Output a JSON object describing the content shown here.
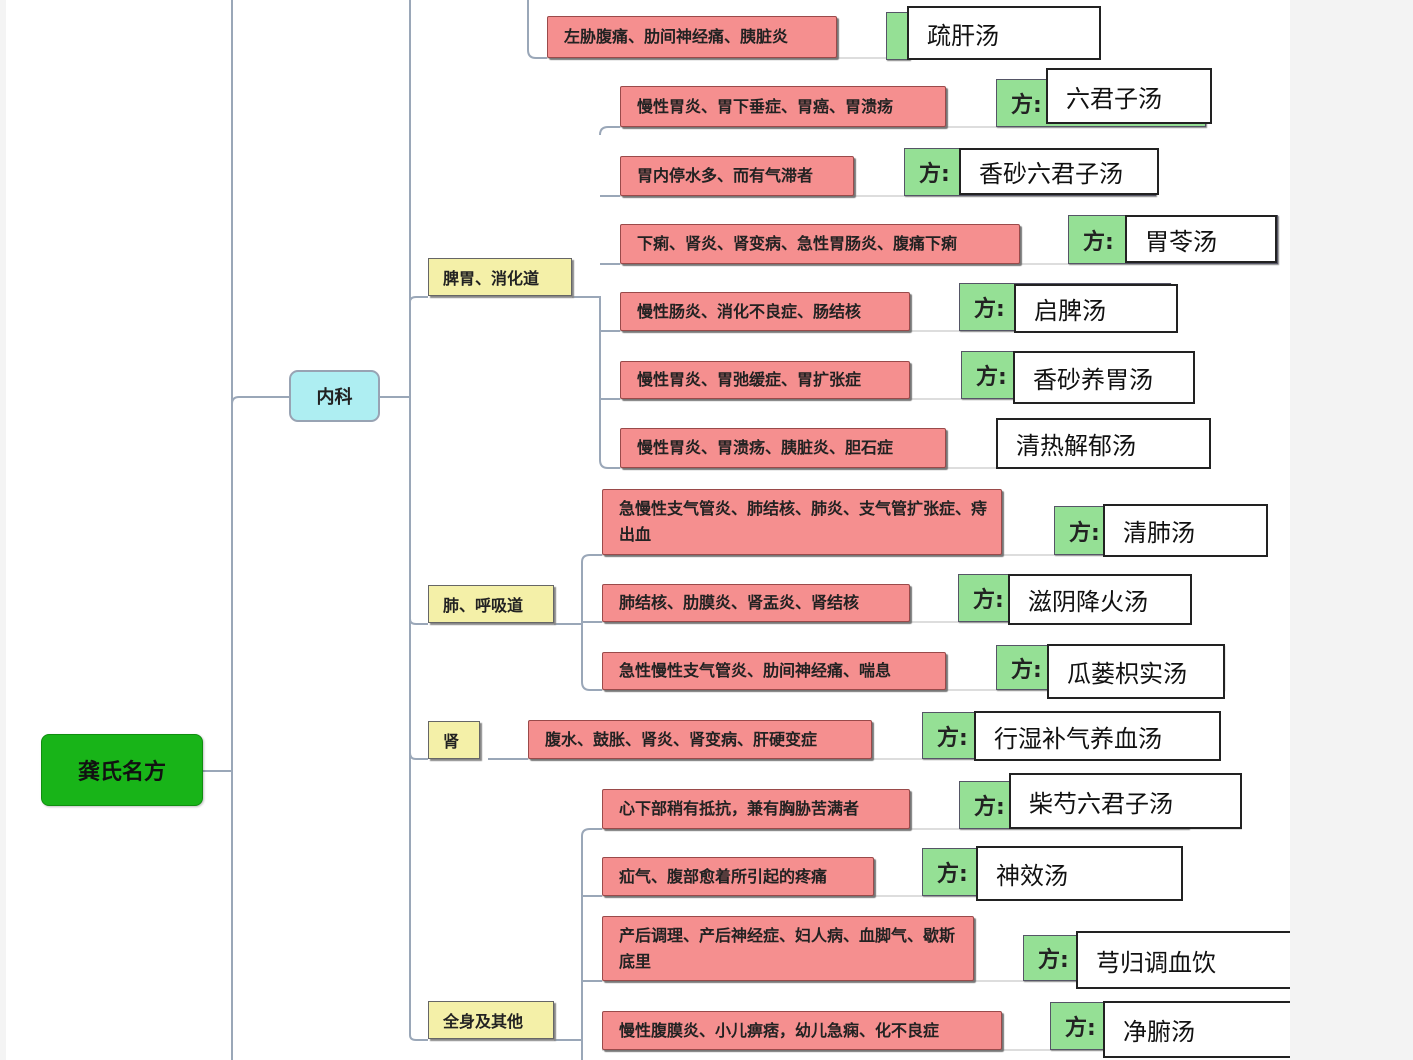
{
  "root": "龚氏名方",
  "category": "内科",
  "fang_label": "方:",
  "top_row": {
    "symptom": "左胁腹痛、肋间神经痛、胰脏炎",
    "remedy": "疏肝汤"
  },
  "groups": [
    {
      "name": "脾胃、消化道",
      "items": [
        {
          "symptom": "慢性胃炎、胃下垂症、胃癌、胃溃疡",
          "remedy": "六君子汤"
        },
        {
          "symptom": "胃内停水多、而有气滞者",
          "remedy": "香砂六君子汤"
        },
        {
          "symptom": "下痢、肾炎、肾变病、急性胃肠炎、腹痛下痢",
          "remedy": "胃苓汤"
        },
        {
          "symptom": "慢性肠炎、消化不良症、肠结核",
          "remedy": "启脾汤"
        },
        {
          "symptom": "慢性胃炎、胃弛缓症、胃扩张症",
          "remedy": "香砂养胃汤"
        },
        {
          "symptom": "慢性胃炎、胃溃疡、胰脏炎、胆石症",
          "remedy": "清热解郁汤"
        }
      ]
    },
    {
      "name": "肺、呼吸道",
      "items": [
        {
          "symptom": "急慢性支气管炎、肺结核、肺炎、支气管扩张症、痔出血",
          "remedy": "清肺汤"
        },
        {
          "symptom": "肺结核、肋膜炎、肾盂炎、肾结核",
          "remedy": "滋阴降火汤"
        },
        {
          "symptom": "急性慢性支气管炎、肋间神经痛、喘息",
          "remedy": "瓜蒌枳实汤"
        }
      ]
    },
    {
      "name": "肾",
      "items": [
        {
          "symptom": "腹水、鼓胀、肾炎、肾变病、肝硬变症",
          "remedy": "行湿补气养血汤"
        }
      ]
    },
    {
      "name": "全身及其他",
      "items": [
        {
          "symptom": "心下部稍有抵抗，兼有胸胁苦满者",
          "remedy": "柴芍六君子汤"
        },
        {
          "symptom": "疝气、腹部愈着所引起的疼痛",
          "remedy": "神效汤"
        },
        {
          "symptom": "产后调理、产后神经症、妇人病、血脚气、歇斯底里",
          "remedy": "芎归调血饮"
        },
        {
          "symptom": "慢性腹膜炎、小儿痹痞，幼儿急痫、化不良症",
          "remedy": "净腑汤"
        }
      ]
    }
  ]
}
